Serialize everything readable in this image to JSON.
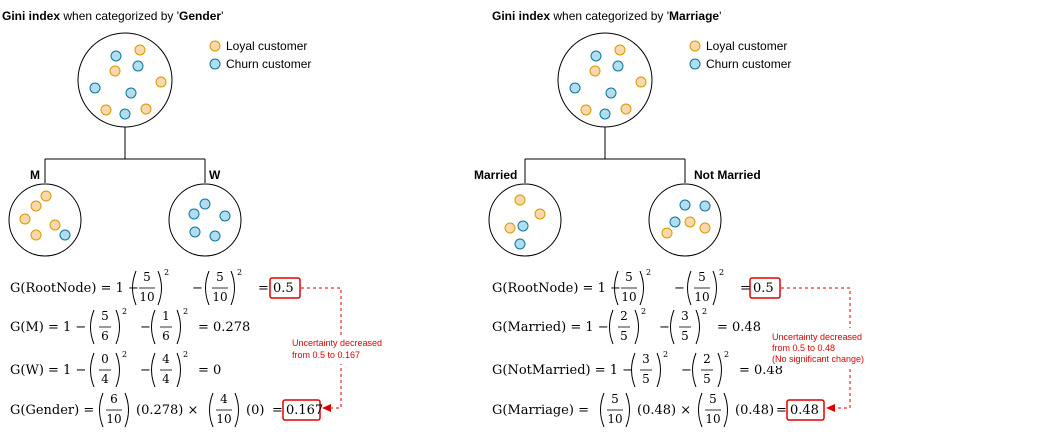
{
  "colors": {
    "loyal_fill": "#fad7ac",
    "loyal_stroke": "#d79b00",
    "churn_fill": "#b1ddf0",
    "churn_stroke": "#10739e",
    "highlight": "#e00000"
  },
  "legend": {
    "loyal": "Loyal customer",
    "churn": "Churn customer"
  },
  "left": {
    "title_prefix": "Gini index",
    "title_middle": " when categorized by '",
    "title_key": "Gender",
    "title_suffix": "'",
    "branch_left": "M",
    "branch_right": "W",
    "f1_lhs": "G(RootNode) = 1 −",
    "f1_result": "0.5",
    "f2_lhs": "G(M) = 1 −",
    "f2_result": "= 0.278",
    "f3_lhs": "G(W) = 1 −",
    "f3_result": "= 0",
    "f4_lhs": "G(Gender) =",
    "f4_mid1": "(0.278) ×",
    "f4_mid2": "(0)",
    "f4_result": "0.167",
    "note_line1": "Uncertainty decreased",
    "note_line2": "from 0.5 to 0.167"
  },
  "right": {
    "title_prefix": "Gini index",
    "title_middle": " when categorized by '",
    "title_key": "Marriage",
    "title_suffix": "'",
    "branch_left": "Married",
    "branch_right": "Not Married",
    "f1_lhs": "G(RootNode) = 1 −",
    "f1_result": "0.5",
    "f2_lhs": "G(Married) = 1 −",
    "f2_result": "= 0.48",
    "f3_lhs": "G(NotMarried) = 1 −",
    "f3_result": "= 0.48",
    "f4_lhs": "G(Marriage) =",
    "f4_mid1": "(0.48) ×",
    "f4_mid2": "(0.48)",
    "f4_result": "0.48",
    "note_line1": "Uncertainty decreased",
    "note_line2": "from 0.5 to 0.48",
    "note_line3": "(No significant change)"
  },
  "fractions": {
    "left": {
      "f1": [
        [
          "5",
          "10"
        ],
        [
          "5",
          "10"
        ]
      ],
      "f2": [
        [
          "5",
          "6"
        ],
        [
          "1",
          "6"
        ]
      ],
      "f3": [
        [
          "0",
          "4"
        ],
        [
          "4",
          "4"
        ]
      ],
      "f4": [
        [
          "6",
          "10"
        ],
        [
          "4",
          "10"
        ]
      ]
    },
    "right": {
      "f1": [
        [
          "5",
          "10"
        ],
        [
          "5",
          "10"
        ]
      ],
      "f2": [
        [
          "2",
          "5"
        ],
        [
          "3",
          "5"
        ]
      ],
      "f3": [
        [
          "3",
          "5"
        ],
        [
          "2",
          "5"
        ]
      ],
      "f4": [
        [
          "5",
          "10"
        ],
        [
          "5",
          "10"
        ]
      ]
    }
  },
  "exponent": "2"
}
